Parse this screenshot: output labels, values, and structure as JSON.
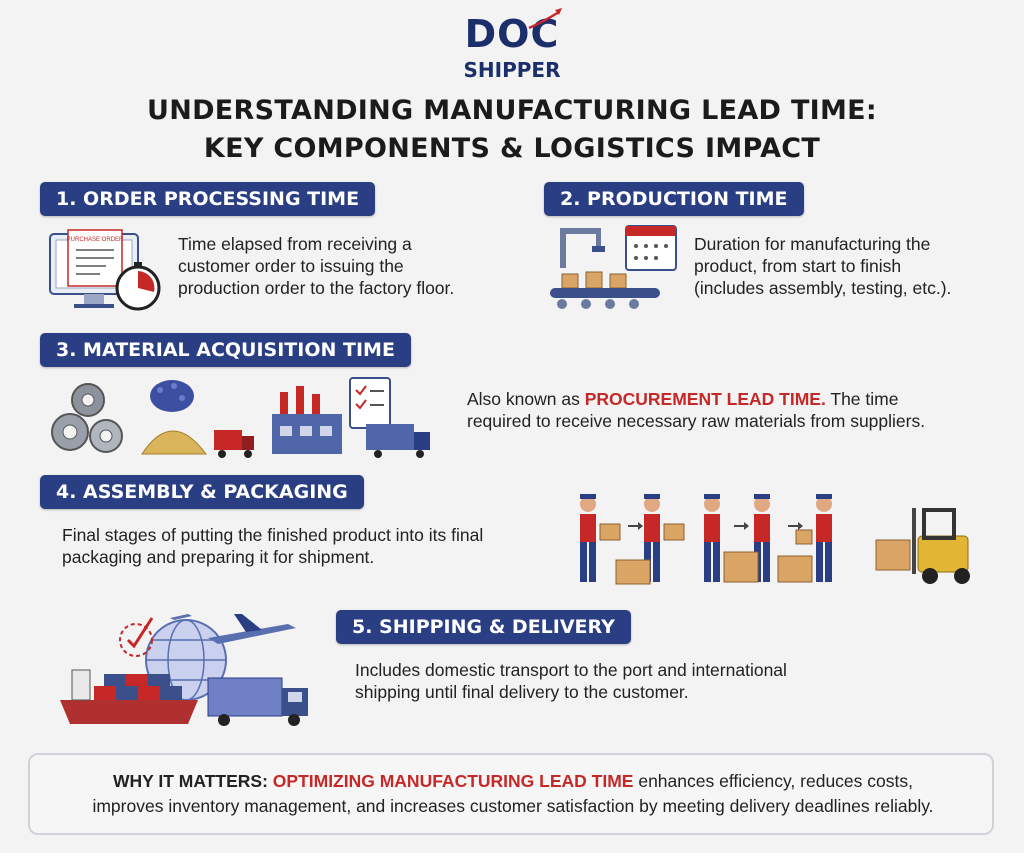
{
  "logo": {
    "top": "DOC",
    "bottom": "SHIPPER"
  },
  "title": {
    "line1": "UNDERSTANDING MANUFACTURING LEAD TIME:",
    "line2": "KEY COMPONENTS & LOGISTICS IMPACT"
  },
  "sections": [
    {
      "heading": "1. ORDER PROCESSING TIME",
      "lines": [
        "Time elapsed from receiving a",
        "customer order to issuing the",
        "production order to the factory floor."
      ],
      "illustration_label": "PURCHASE ORDER"
    },
    {
      "heading": "2. PRODUCTION TIME",
      "lines": [
        "Duration for manufacturing the",
        "product, from start to finish",
        "(includes assembly, testing, etc.)."
      ]
    },
    {
      "heading": "3.  MATERIAL ACQUISITION TIME",
      "line1_prefix": "Also known as ",
      "line1_highlight": "PROCUREMENT LEAD TIME.",
      "line1_suffix": " The time",
      "line2": "required to receive necessary raw materials from suppliers."
    },
    {
      "heading": "4.  ASSEMBLY & PACKAGING",
      "lines": [
        "Final stages of putting the finished product into its final",
        "packaging and preparing it for shipment."
      ]
    },
    {
      "heading": "5. SHIPPING & DELIVERY",
      "lines": [
        "Includes domestic transport to the port and international",
        "shipping until final delivery to the customer."
      ]
    }
  ],
  "why": {
    "label": "WHY IT MATTERS: ",
    "highlight": "OPTIMIZING MANUFACTURING LEAD TIME",
    "rest1": " enhances efficiency, reduces costs,",
    "line2": "improves inventory management, and increases customer satisfaction by meeting delivery deadlines reliably."
  },
  "colors": {
    "navy": "#2a3e84",
    "accent_red": "#c62828",
    "background": "#f3f3f4"
  }
}
